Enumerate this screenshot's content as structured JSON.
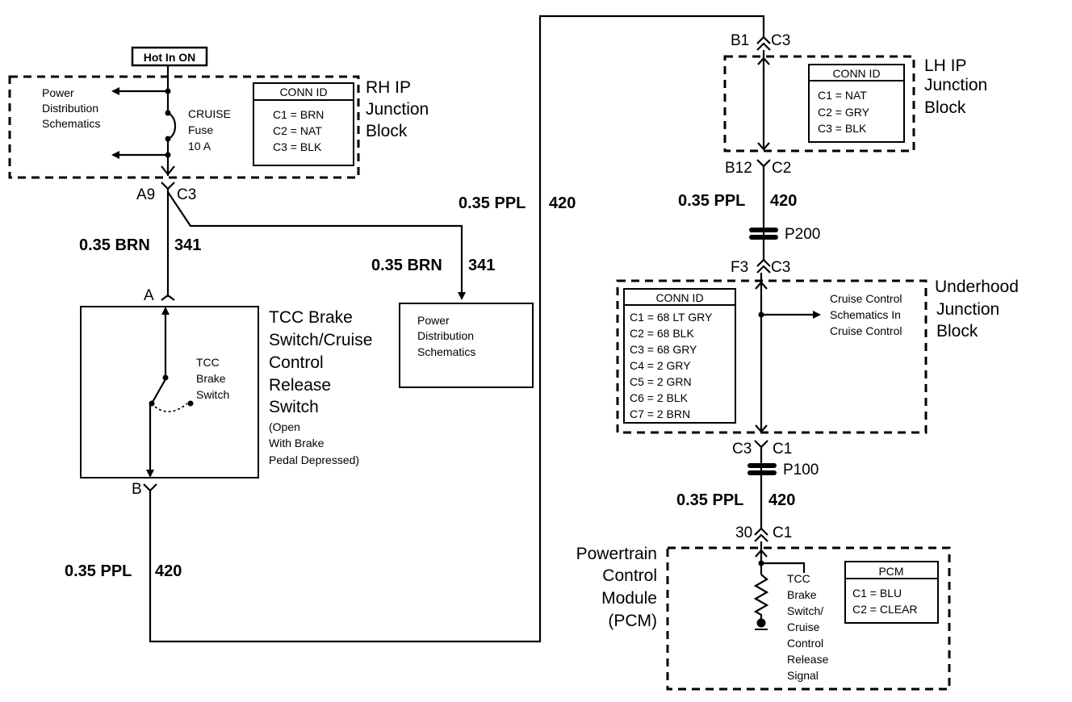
{
  "hot_label": "Hot In ON",
  "rh_block": {
    "title": [
      "RH IP",
      "Junction",
      "Block"
    ],
    "pds_label": [
      "Power",
      "Distribution",
      "Schematics"
    ],
    "fuse_label": [
      "CRUISE",
      "Fuse",
      "10 A"
    ],
    "conn_header": "CONN ID",
    "conn_rows": [
      "C1 = BRN",
      "C2 = NAT",
      "C3 = BLK"
    ]
  },
  "lh_block": {
    "title": [
      "LH IP",
      "Junction",
      "Block"
    ],
    "conn_header": "CONN ID",
    "conn_rows": [
      "C1 = NAT",
      "C2 = GRY",
      "C3 = BLK"
    ]
  },
  "underhood_block": {
    "title": [
      "Underhood",
      "Junction",
      "Block"
    ],
    "cruise_label": [
      "Cruise Control",
      "Schematics In",
      "Cruise Control"
    ],
    "conn_header": "CONN ID",
    "conn_rows": [
      "C1 = 68 LT GRY",
      "C2 = 68 BLK",
      "C3 = 68 GRY",
      "C4 = 2 GRY",
      "C5 = 2 GRN",
      "C6 = 2 BLK",
      "C7 = 2 BRN"
    ]
  },
  "pcm_block": {
    "title": [
      "Powertrain",
      "Control",
      "Module",
      "(PCM)"
    ],
    "signal_label": [
      "TCC",
      "Brake",
      "Switch/",
      "Cruise",
      "Control",
      "Release",
      "Signal"
    ],
    "conn_header": "PCM",
    "conn_rows": [
      "C1 = BLU",
      "C2 = CLEAR"
    ]
  },
  "tcc_switch": {
    "title": [
      "TCC Brake",
      "Switch/Cruise",
      "Control",
      "Release",
      "Switch"
    ],
    "note": [
      "(Open",
      "With Brake",
      "Pedal Depressed)"
    ],
    "inner_label": [
      "TCC",
      "Brake",
      "Switch"
    ],
    "terminal_a": "A",
    "terminal_b": "B"
  },
  "pds_box": [
    "Power",
    "Distribution",
    "Schematics"
  ],
  "connectors": {
    "a9": "A9",
    "a9_c": "C3",
    "b1": "B1",
    "b1_c": "C3",
    "b12": "B12",
    "b12_c": "C2",
    "f3": "F3",
    "f3_c": "C3",
    "c3": "C3",
    "c3_c": "C1",
    "p30": "30",
    "p30_c": "C1"
  },
  "splices": {
    "p200": "P200",
    "p100": "P100"
  },
  "wires": {
    "brn_left": {
      "gauge": "0.35 BRN",
      "circuit": "341"
    },
    "brn_right": {
      "gauge": "0.35 BRN",
      "circuit": "341"
    },
    "ppl_top": {
      "gauge": "0.35 PPL",
      "circuit": "420"
    },
    "ppl_lh": {
      "gauge": "0.35 PPL",
      "circuit": "420"
    },
    "ppl_pcm": {
      "gauge": "0.35 PPL",
      "circuit": "420"
    },
    "ppl_bottom": {
      "gauge": "0.35 PPL",
      "circuit": "420"
    }
  }
}
